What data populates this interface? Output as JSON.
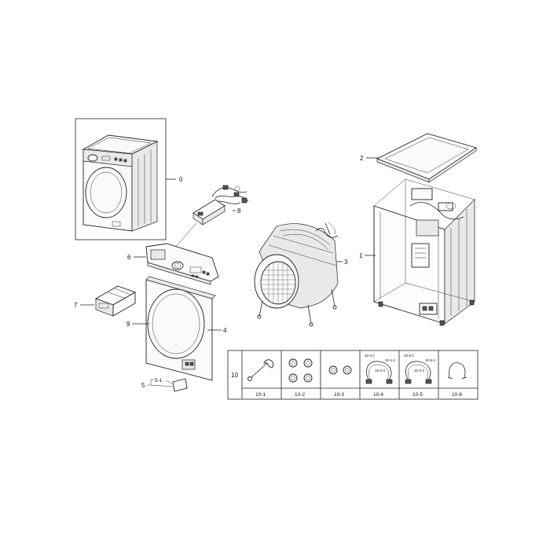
{
  "callouts": {
    "c0": "0",
    "c1": "1",
    "c2": "2",
    "c3": "3",
    "c4": "4",
    "c5": "5",
    "c5_1": "5-1",
    "c6": "6",
    "c7": "7",
    "c8": "8",
    "c9": "9"
  },
  "accessory_table": {
    "row_label": "10",
    "columns": [
      "10-1",
      "10-2",
      "10-3",
      "10-4",
      "10-5",
      "10-6"
    ],
    "sub_labels": {
      "h4_1": "10-4-1",
      "h4_2": "10-4-2",
      "h4_3": "10-4-3",
      "h5_1": "10-5-1",
      "h5_2": "10-5-2",
      "h5_3": "10-5-3"
    }
  }
}
